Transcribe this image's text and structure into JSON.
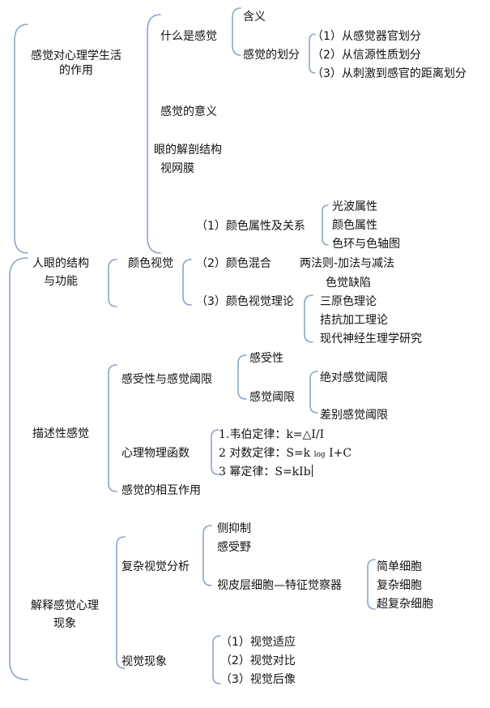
{
  "nodes": {
    "root1_line1": "感觉对心理学生活",
    "root1_line2": "的作用",
    "what_is": "什么是感觉",
    "meaning_def": "含义",
    "division": "感觉的划分",
    "div1": "（1）从感觉器官划分",
    "div2": "（2）从信源性质划分",
    "div3": "（3）从刺激到感官的距离划分",
    "significance": "感觉的意义",
    "eye_anatomy": "眼的解剖结构",
    "retina": "视网膜",
    "color_rel": "（1）颜色属性及关系",
    "lightwave": "光波属性",
    "color_attr": "颜色属性",
    "color_ring": "色环与色轴图",
    "root2_line1": "人眼的结构",
    "root2_line2": "与功能",
    "color_vision": "颜色视觉",
    "color_mix": "（2）颜色混合",
    "two_laws": "两法则-加法与减法",
    "color_blind": "色觉缺陷",
    "color_theory": "（3）颜色视觉理论",
    "trichromatic": "三原色理论",
    "opponent": "拮抗加工理论",
    "modern_neuro": "现代神经生理学研究",
    "sensitivity_threshold": "感受性与感觉阈限",
    "sensitivity": "感受性",
    "threshold": "感觉阈限",
    "absolute_threshold": "绝对感觉阈限",
    "difference_threshold": "差别感觉阈限",
    "root3": "描述性感觉",
    "psychophysical": "心理物理函数",
    "law1": "1.韦伯定律：k=△I/I",
    "law2_a": "2 对数定律：S=k ",
    "law2_log": "log",
    "law2_b": " I+C",
    "law3": "3 幂定律：S=kIb",
    "interaction": "感觉的相互作用",
    "lateral_inhibition": "侧抑制",
    "receptive_field": "感受野",
    "complex_visual": "复杂视觉分析",
    "cortex_detector": "视皮层细胞—特征觉察器",
    "simple_cell": "简单细胞",
    "complex_cell": "复杂细胞",
    "hypercomplex_cell": "超复杂细胞",
    "root4_line1": "解释感觉心理",
    "root4_line2": "现象",
    "visual_phenomena": "视觉现象",
    "adaptation": "（1）视觉适应",
    "contrast": "（2）视觉对比",
    "afterimage": "（3）视觉后像"
  }
}
